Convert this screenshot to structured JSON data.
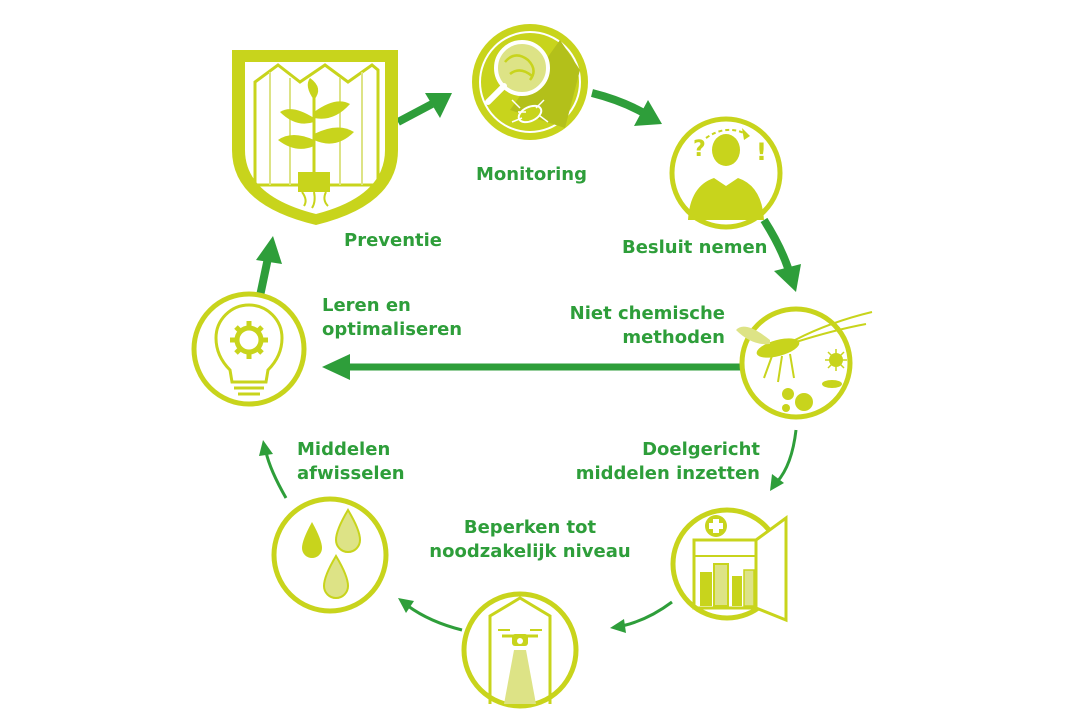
{
  "colors": {
    "lime": "#c8d41c",
    "lime_light": "#dde386",
    "green": "#2e9e3a",
    "white": "#ffffff"
  },
  "steps": [
    {
      "id": "preventie",
      "label": "Preventie",
      "icon": "greenhouse-plant-shield-icon"
    },
    {
      "id": "monitoring",
      "label": "Monitoring",
      "icon": "magnifier-insect-icon"
    },
    {
      "id": "besluit",
      "label": "Besluit nemen",
      "icon": "person-decision-icon"
    },
    {
      "id": "niet-chemisch",
      "label_lines": [
        "Niet chemische",
        "methoden"
      ],
      "icon": "insects-biological-control-icon"
    },
    {
      "id": "doelgericht",
      "label_lines": [
        "Doelgericht",
        "middelen inzetten"
      ],
      "icon": "cabinet-medicine-icon"
    },
    {
      "id": "beperken",
      "label_lines": [
        "Beperken tot",
        "noodzakelijk niveau"
      ],
      "icon": "drone-greenhouse-icon"
    },
    {
      "id": "afwisselen",
      "label_lines": [
        "Middelen",
        "afwisselen"
      ],
      "icon": "droplets-icon"
    },
    {
      "id": "leren",
      "label_lines": [
        "Leren en",
        "optimaliseren"
      ],
      "icon": "lightbulb-gear-icon"
    }
  ]
}
